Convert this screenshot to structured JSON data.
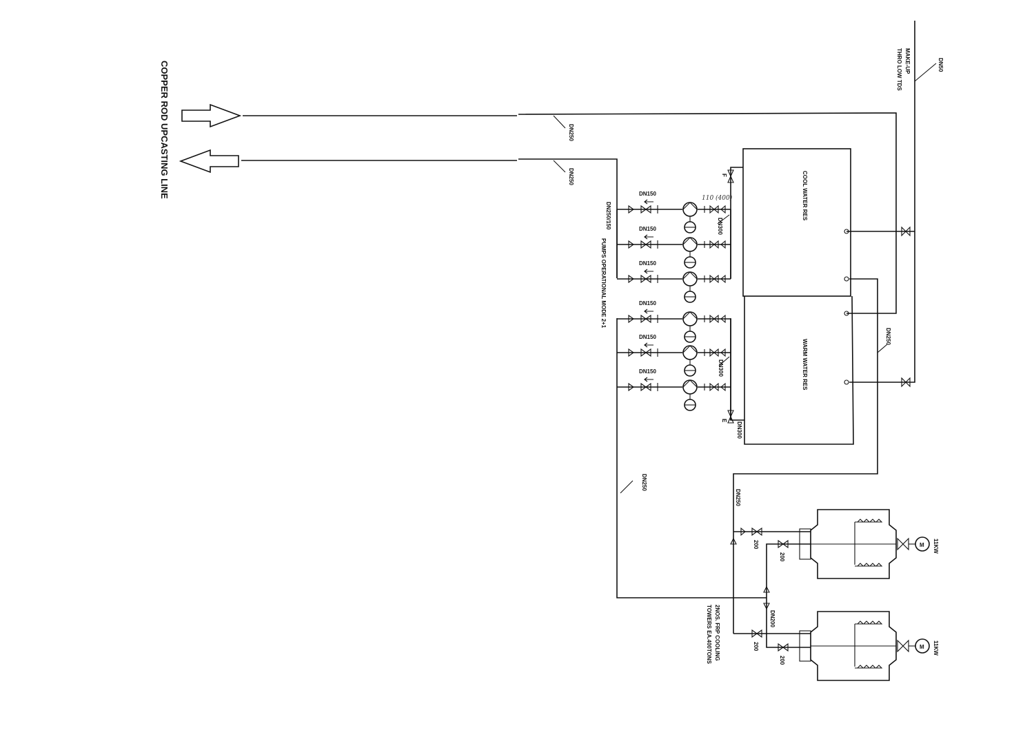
{
  "title": "COPPER ROD UPCASTING LINE",
  "makeup_label": "MAKE-UP",
  "makeup_sub": "THRO LOW TDS",
  "makeup_size": "DN50",
  "supply_size": "DN250",
  "return_size": "DN250",
  "header_size": "DN250/150",
  "pumps_mode": "PUMPS OPERATIONAL MODE 2+1",
  "pump_discharge_size": "DN150",
  "suction_size": "DN300",
  "handwritten_note": "110 (400)",
  "valve_label_f": "F",
  "valve_label_e": "E",
  "cool_res_label": "COOL WATER RES",
  "warm_res_label": "WARM WATER RES",
  "tower_supply_size": "DN250",
  "tower_return_size": "DN250",
  "tower_branch_size": "DN200",
  "valve_size_200": "200",
  "motor_power": "11KW",
  "motor_symbol": "M",
  "towers_label_1": "2NOS. FRP COOLING",
  "towers_label_2": "TOWERS EA.400TONS"
}
